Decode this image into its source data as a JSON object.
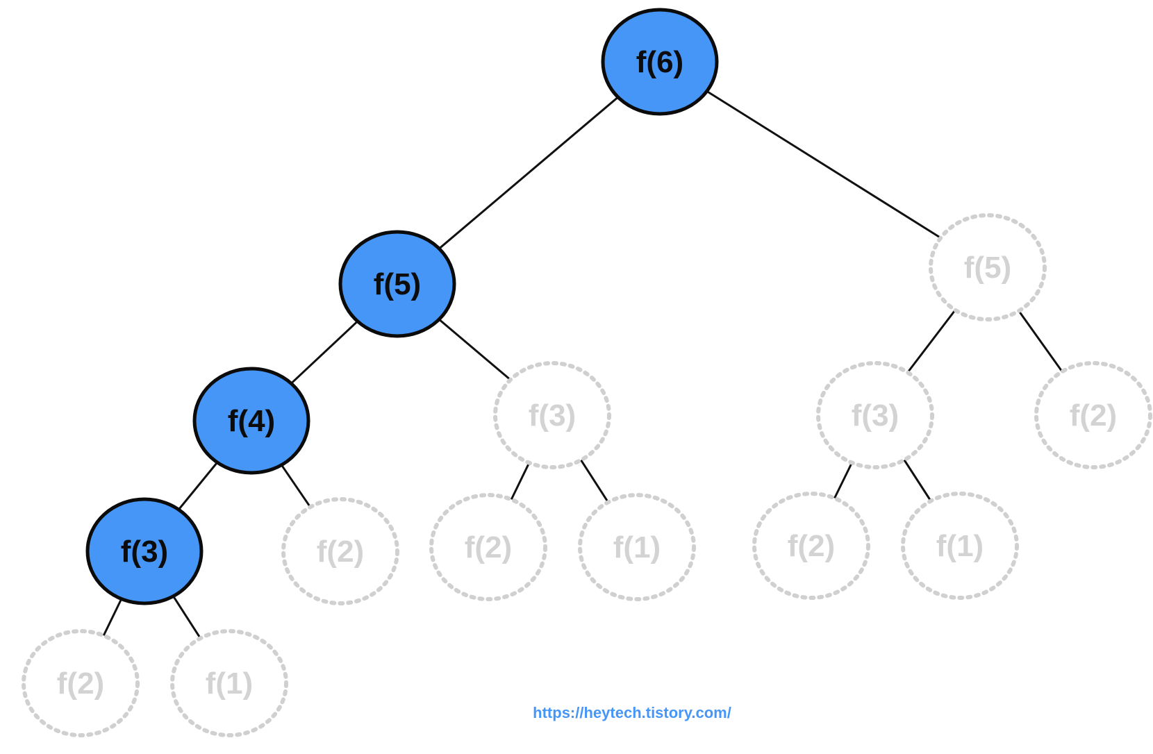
{
  "diagram": {
    "nodes": [
      {
        "id": "n6",
        "label": "f(6)",
        "state": "computed"
      },
      {
        "id": "n5",
        "label": "f(5)",
        "state": "computed"
      },
      {
        "id": "n5r",
        "label": "f(5)",
        "state": "skipped"
      },
      {
        "id": "n4",
        "label": "f(4)",
        "state": "computed"
      },
      {
        "id": "n3m",
        "label": "f(3)",
        "state": "skipped"
      },
      {
        "id": "n3r",
        "label": "f(3)",
        "state": "skipped"
      },
      {
        "id": "n2rr",
        "label": "f(2)",
        "state": "skipped"
      },
      {
        "id": "n3",
        "label": "f(3)",
        "state": "computed"
      },
      {
        "id": "n2a",
        "label": "f(2)",
        "state": "skipped"
      },
      {
        "id": "n2b",
        "label": "f(2)",
        "state": "skipped"
      },
      {
        "id": "n1b",
        "label": "f(1)",
        "state": "skipped"
      },
      {
        "id": "n2c",
        "label": "f(2)",
        "state": "skipped"
      },
      {
        "id": "n1c",
        "label": "f(1)",
        "state": "skipped"
      },
      {
        "id": "n2d",
        "label": "f(2)",
        "state": "skipped"
      },
      {
        "id": "n1d",
        "label": "f(1)",
        "state": "skipped"
      }
    ],
    "edges": [
      [
        "n6",
        "n5"
      ],
      [
        "n6",
        "n5r"
      ],
      [
        "n5",
        "n4"
      ],
      [
        "n5",
        "n3m"
      ],
      [
        "n4",
        "n3"
      ],
      [
        "n4",
        "n2a"
      ],
      [
        "n3",
        "n2d"
      ],
      [
        "n3",
        "n1d"
      ],
      [
        "n3m",
        "n2b"
      ],
      [
        "n3m",
        "n1b"
      ],
      [
        "n5r",
        "n3r"
      ],
      [
        "n5r",
        "n2rr"
      ],
      [
        "n3r",
        "n2c"
      ],
      [
        "n3r",
        "n1c"
      ]
    ],
    "colors": {
      "computed_fill": "#4596f7",
      "computed_stroke": "#0b0b0b",
      "skipped_stroke": "#d0d0d0",
      "skipped_text": "#d3d3d3",
      "edge": "#111111"
    }
  },
  "watermark": {
    "text": "https://heytech.tistory.com/",
    "color": "#4596f7"
  }
}
